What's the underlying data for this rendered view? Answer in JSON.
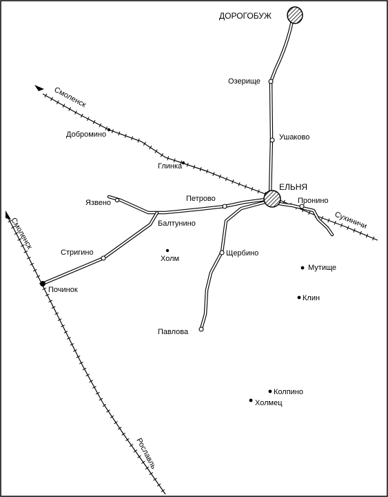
{
  "towns": {
    "dorogobuzh": "ДОРОГОБУЖ",
    "elnya": "ЕЛЬНЯ",
    "pochinok": "Починок"
  },
  "villages": {
    "ozerishche": "Озерище",
    "ushakovo": "Ушаково",
    "dobromino": "Добромино",
    "glinka": "Глинка",
    "petrovo": "Петрово",
    "pronino": "Пронино",
    "yazveno": "Язвено",
    "baltunino": "Балтунино",
    "strigino": "Стригино",
    "kholm": "Холм",
    "shcherbino": "Щербино",
    "mutishche": "Мутище",
    "klin": "Клин",
    "pavlova": "Павлова",
    "kolpino": "Колпино",
    "kholmets": "Холмец"
  },
  "railways": {
    "smolensk_ne": "Смоленск",
    "smolensk_w": "Смоленск",
    "sukhinichi": "Сухиничи",
    "roslavl": "Рославль"
  }
}
